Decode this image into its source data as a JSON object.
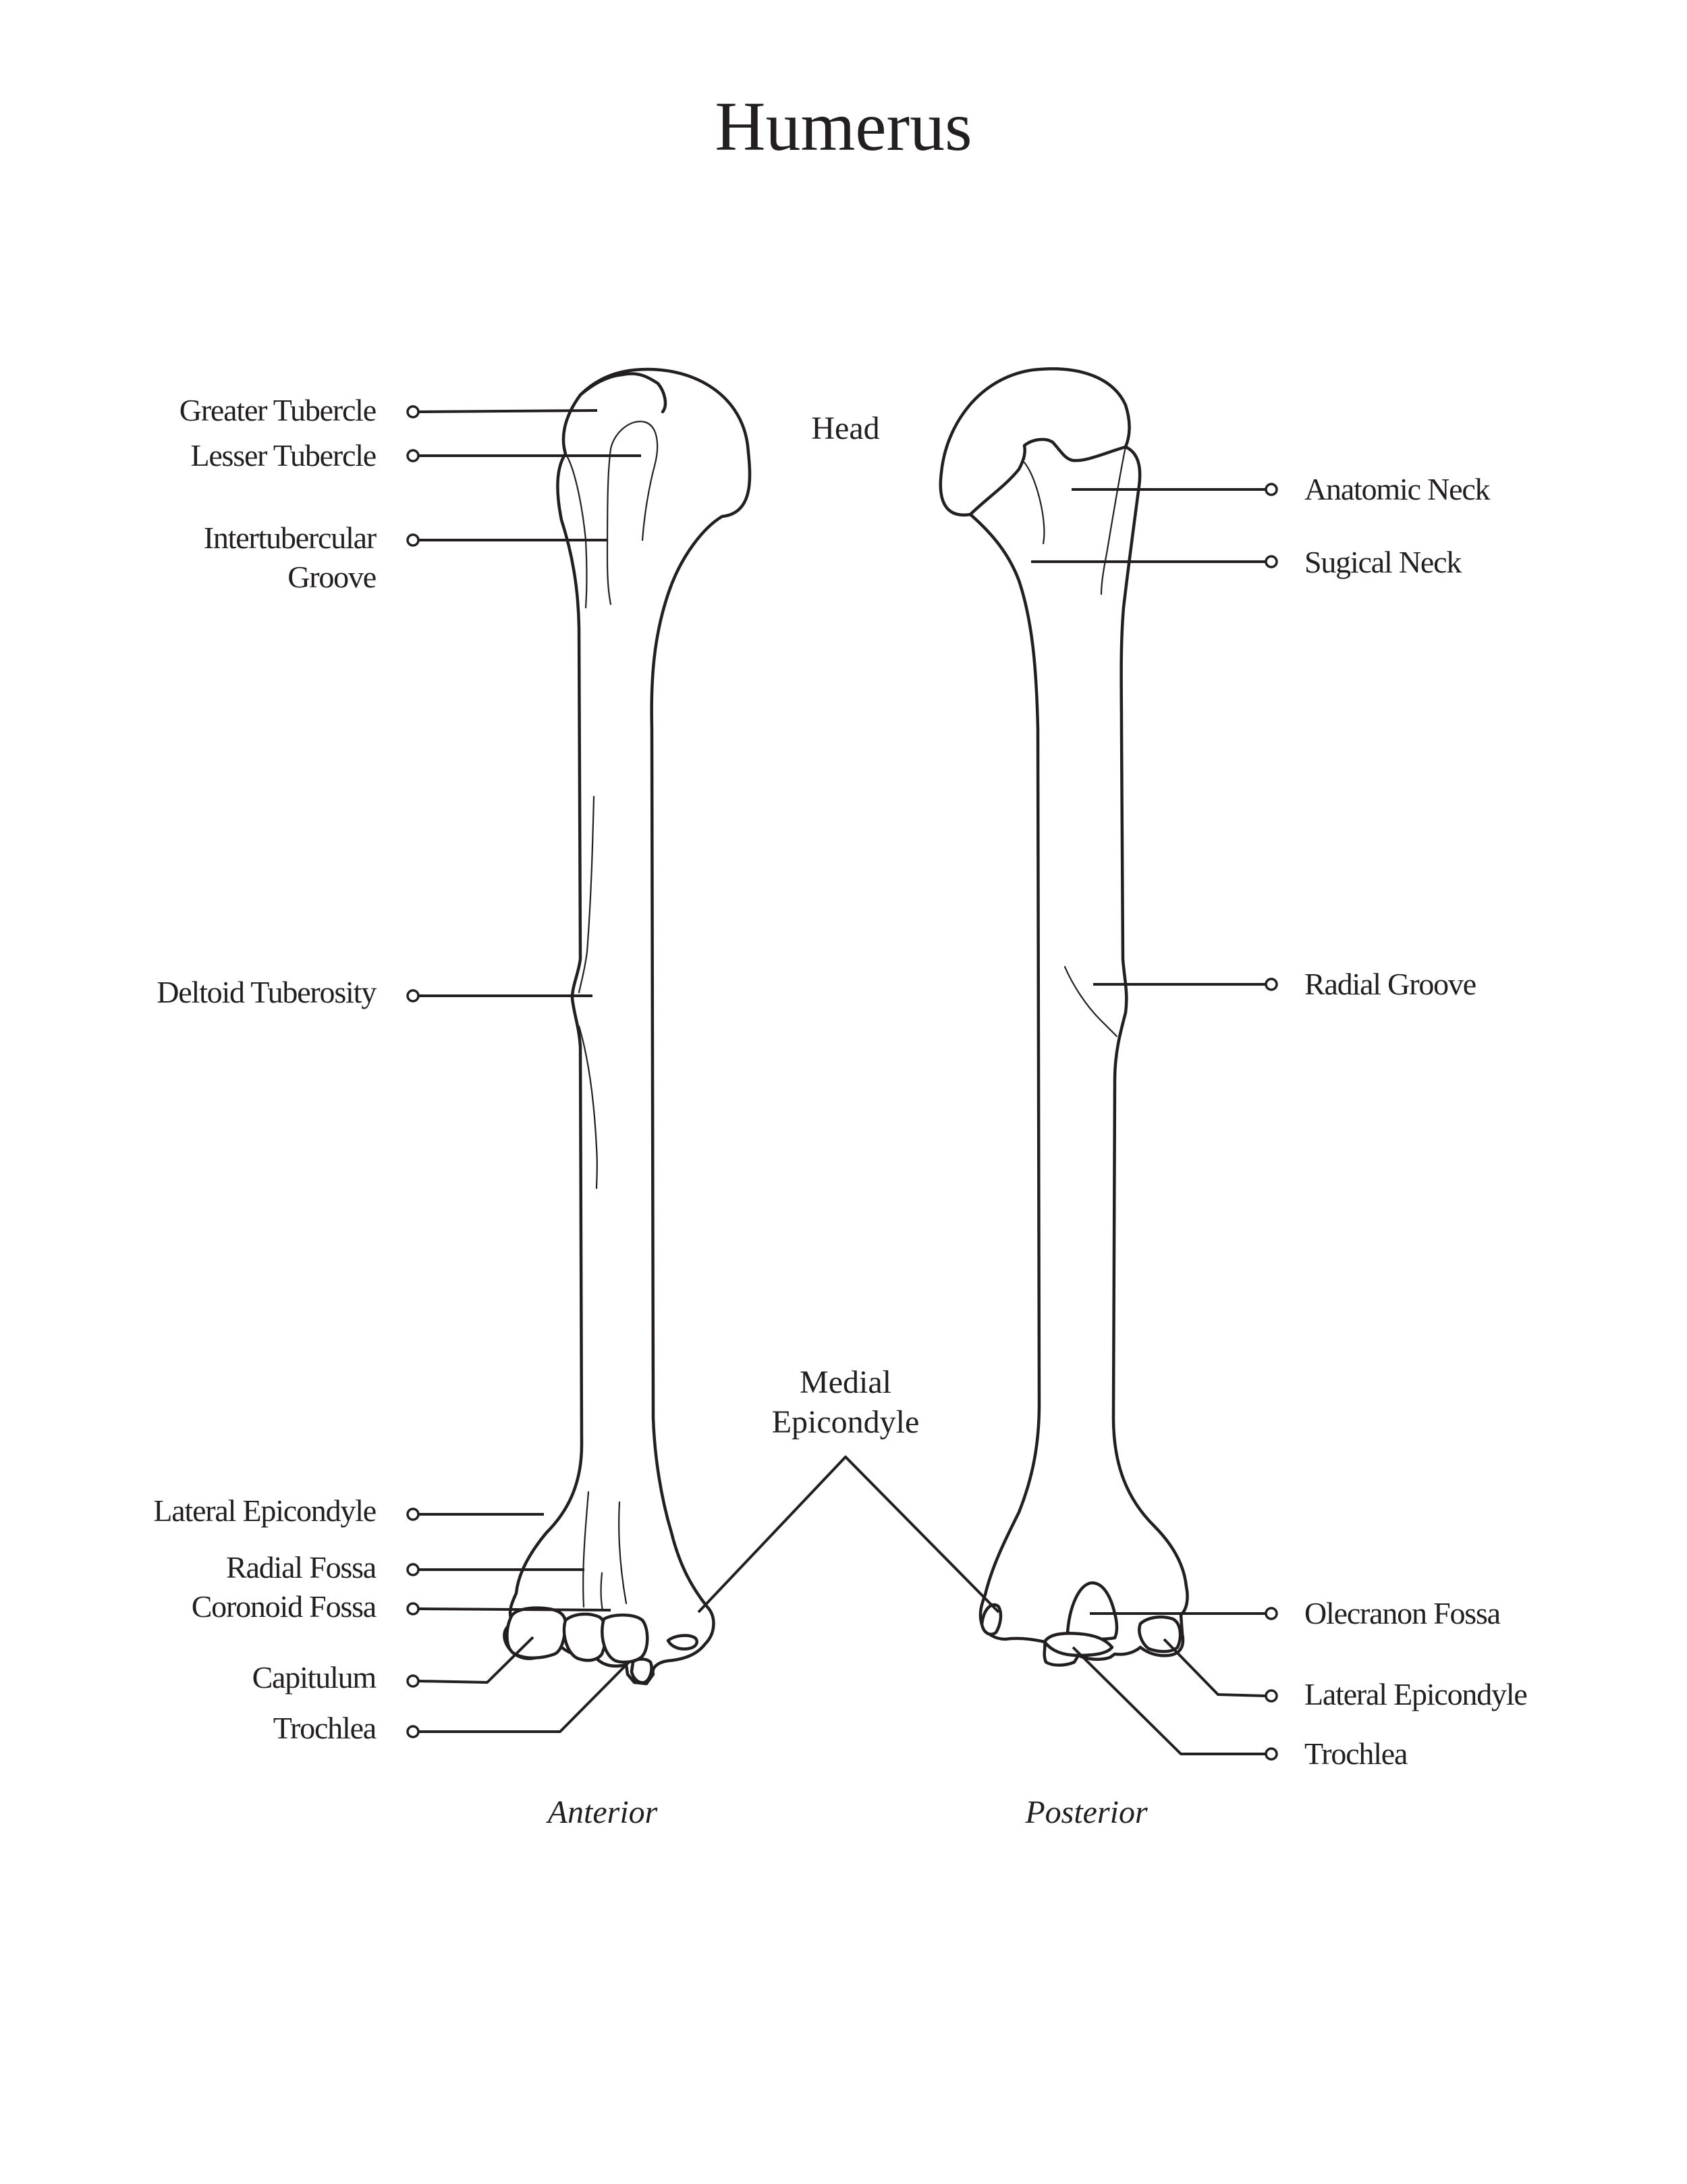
{
  "title": "Humerus",
  "views": {
    "anterior": "Anterior",
    "posterior": "Posterior"
  },
  "labels": {
    "greater_tubercle": "Greater Tubercle",
    "lesser_tubercle": "Lesser Tubercle",
    "intertubercular_line1": "Intertubercular",
    "intertubercular_line2": "Groove",
    "deltoid_tuberosity": "Deltoid Tuberosity",
    "lateral_epicondyle_anterior": "Lateral Epicondyle",
    "radial_fossa": "Radial Fossa",
    "coronoid_fossa": "Coronoid Fossa",
    "capitulum": "Capitulum",
    "trochlea_anterior": "Trochlea",
    "head": "Head",
    "medial_epicondyle_line1": "Medial",
    "medial_epicondyle_line2": "Epicondyle",
    "anatomic_neck": "Anatomic Neck",
    "surgical_neck": "Sugical Neck",
    "radial_groove": "Radial Groove",
    "olecranon_fossa": "Olecranon Fossa",
    "lateral_epicondyle_posterior": "Lateral Epicondyle",
    "trochlea_posterior": "Trochlea"
  }
}
